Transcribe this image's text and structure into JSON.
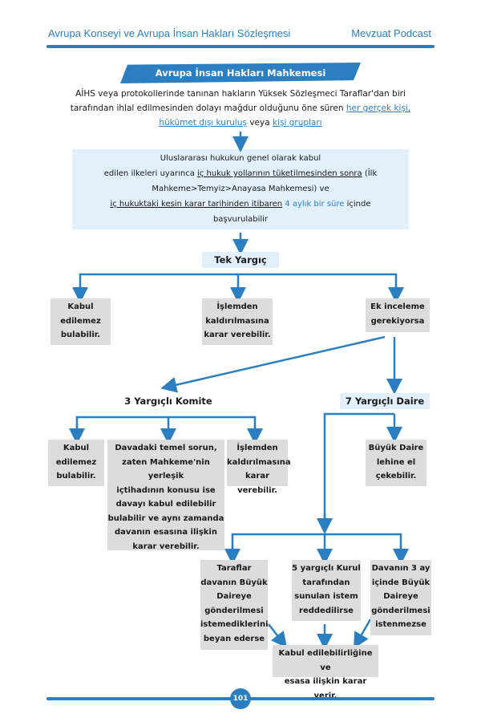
{
  "header": {
    "left_title": "Avrupa Konseyi ve Avrupa İnsan Hakları Sözleşmesi",
    "right_title": "Mevzuat Podcast"
  },
  "banner": {
    "title": "Avrupa İnsan Hakları Mahkemesi"
  },
  "intro": {
    "line1": "AİHS veya protokollerinde tanınan hakların Yüksek Sözleşmeci Taraflar'dan biri",
    "line2_a": "tarafından ihlal edilmesinden dolayı mağdur olduğunu öne süren ",
    "line2_link": "her gerçek kişi,",
    "line3_link1": "hükümet dışı kuruluş",
    "line3_mid": " veya ",
    "line3_link2": "kişi grupları"
  },
  "application": {
    "line1": "Uluslararası hukukun genel olarak kabul",
    "line2_a": "edilen ilkeleri uyarınca ",
    "line2_u": "iç hukuk yollarının tüketilmesinden sonra",
    "line2_b": " (İlk",
    "line3": "Mahkeme>Temyiz>Anayasa Mahkemesi) ve",
    "line4_u": "iç hukuktaki kesin karar tarihinden itibaren",
    "line4_blue": " 4 aylık bir süre",
    "line4_b": " içinde",
    "line5": "başvurulabilir"
  },
  "single_judge": {
    "title": "Tek Yargıç",
    "box1": [
      "Kabul",
      "edilemez",
      "bulabilir."
    ],
    "box2": [
      "İşlemden",
      "kaldırılmasına",
      "karar verebilir."
    ],
    "box3": [
      "Ek inceleme",
      "gerekiyorsa"
    ]
  },
  "committee": {
    "title": "3 Yargıçlı Komite",
    "box1": [
      "Kabul",
      "edilemez",
      "bulabilir."
    ],
    "box2": [
      "Davadaki temel sorun,",
      "zaten Mahkeme'nin yerleşik",
      "içtihadının konusu ise",
      "davayı kabul edilebilir",
      "bulabilir ve aynı zamanda",
      "davanın esasına ilişkin",
      "karar verebilir."
    ],
    "box3": [
      "İşlemden",
      "kaldırılmasına",
      "karar verebilir."
    ]
  },
  "chamber": {
    "title": "7 Yargıçlı Daire",
    "grand": [
      "Büyük Daire",
      "lehine el",
      "çekebilir."
    ],
    "box1": [
      "Taraflar",
      "davanın Büyük",
      "Daireye",
      "gönderilmesi",
      "istemediklerini",
      "beyan ederse"
    ],
    "box2": [
      "5 yargıçlı Kurul",
      "tarafından",
      "sunulan istem",
      "reddedilirse"
    ],
    "box3": [
      "Davanın 3 ay",
      "içinde Büyük",
      "Daireye",
      "gönderilmesi",
      "istenmezse"
    ],
    "final": [
      "Kabul edilebilirliğine ve",
      "esasa ilişkin karar verir."
    ]
  },
  "footer": {
    "page_number": "101"
  },
  "colors": {
    "accent": "#2b7fc1",
    "light_box": "#e1f0fb",
    "grey_box": "#dcdcdc"
  }
}
